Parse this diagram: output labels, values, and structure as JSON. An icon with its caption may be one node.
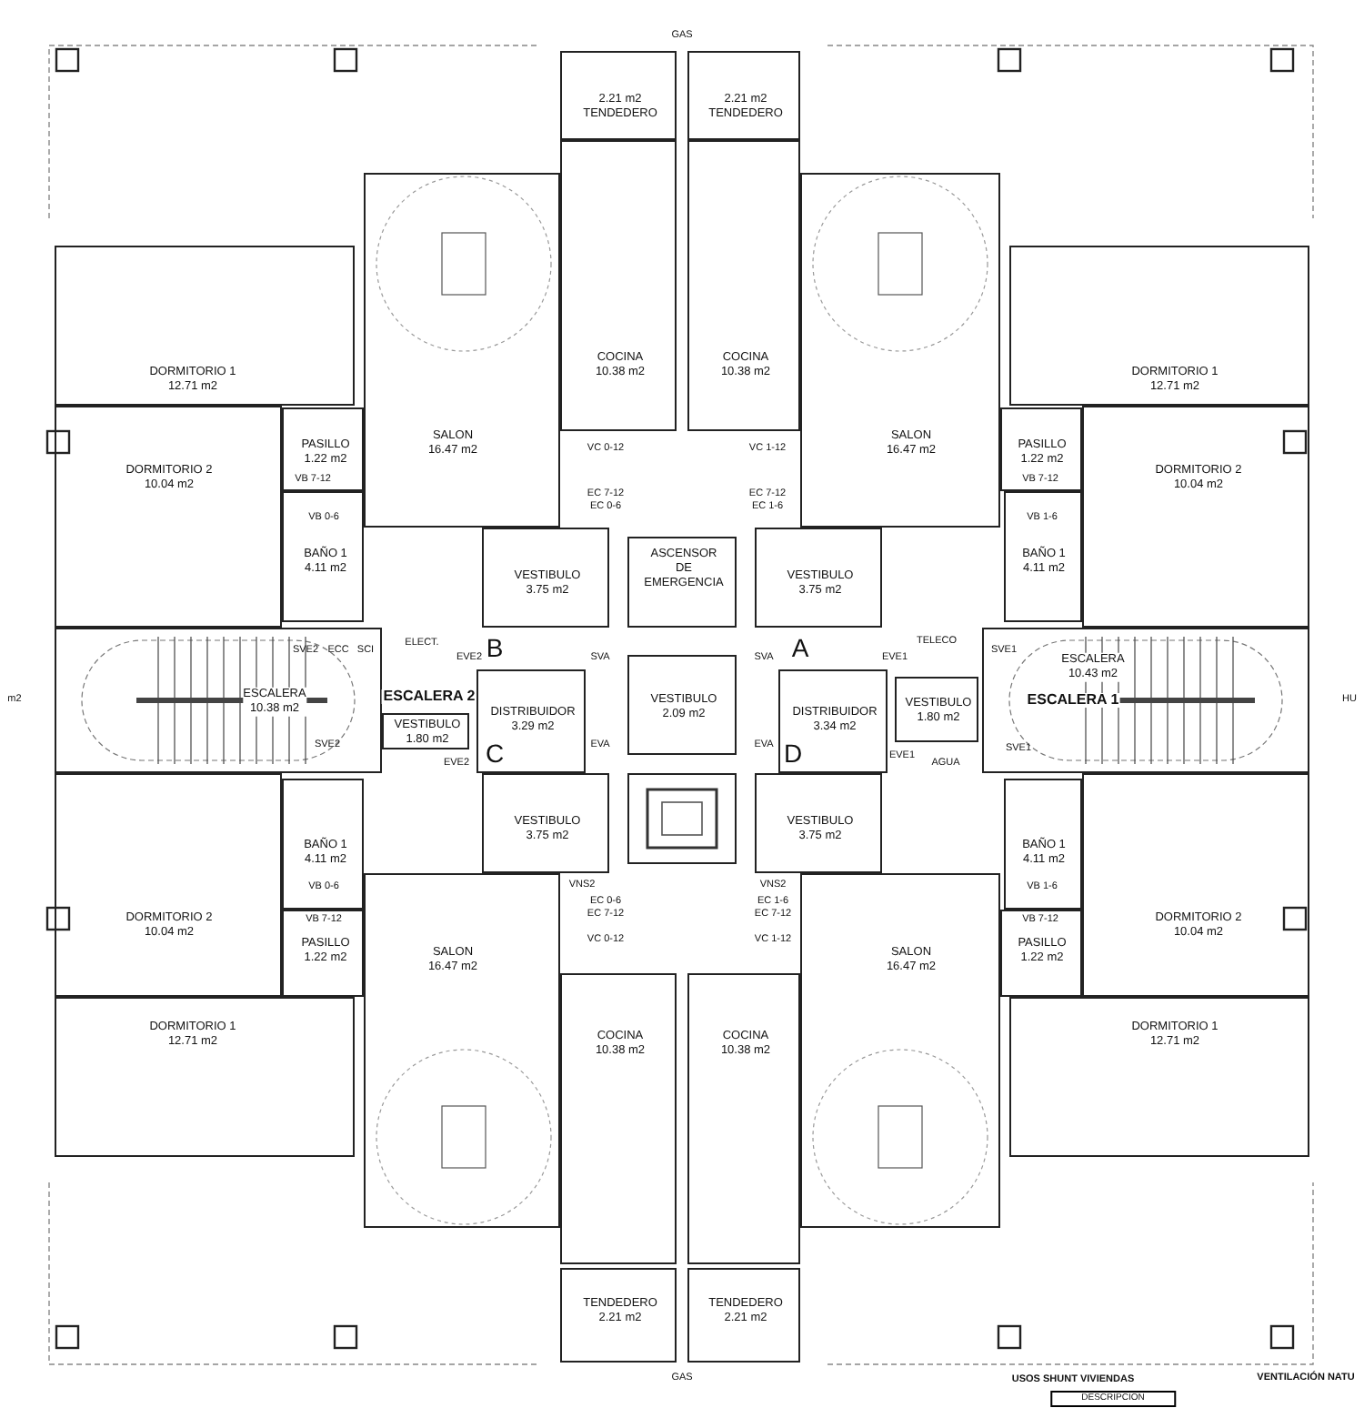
{
  "diagram": {
    "nodes": [
      {
        "text": [
          "2.21 m2",
          "TENDEDERO"
        ]
      },
      {
        "text": [
          "2.21 m2",
          "TENDEDERO"
        ]
      },
      {
        "text": [
          "COCINA",
          "10.38 m2"
        ]
      },
      {
        "text": [
          "COCINA",
          "10.38 m2"
        ]
      },
      {
        "text": [
          "SALON",
          "16.47 m2"
        ]
      },
      {
        "text": [
          "SALON",
          "16.47 m2"
        ]
      },
      {
        "text": [
          "DORMITORIO 1",
          "12.71 m2"
        ]
      },
      {
        "text": [
          "DORMITORIO 1",
          "12.71 m2"
        ]
      },
      {
        "text": [
          "PASILLO",
          "1.22 m2"
        ]
      },
      {
        "text": [
          "PASILLO",
          "1.22 m2"
        ]
      },
      {
        "text": [
          "DORMITORIO 2",
          "10.04 m2"
        ]
      },
      {
        "text": [
          "DORMITORIO 2",
          "10.04 m2"
        ]
      },
      {
        "text": [
          "BAÑO 1",
          "4.11 m2"
        ]
      },
      {
        "text": [
          "BAÑO 1",
          "4.11 m2"
        ]
      },
      {
        "text": [
          "VESTIBULO",
          "3.75 m2"
        ]
      },
      {
        "text": [
          "VESTIBULO",
          "3.75 m2"
        ]
      },
      {
        "text": [
          "ASCENSOR DE EMERGENCIA"
        ]
      },
      {
        "text": [
          "ESCALERA",
          "10.38 m2"
        ]
      },
      {
        "text": [
          "VESTIBULO",
          "1.80 m2"
        ]
      },
      {
        "text": [
          "DISTRIBUIDOR",
          "3.29 m2"
        ]
      },
      {
        "text": [
          "VESTIBULO",
          "2.09 m2"
        ]
      },
      {
        "text": [
          "DISTRIBUIDOR",
          "3.34 m2"
        ]
      },
      {
        "text": [
          "VESTIBULO",
          "1.80 m2"
        ]
      },
      {
        "text": [
          "ESCALERA",
          "10.43 m2"
        ]
      },
      {
        "text": [
          "VESTIBULO",
          "3.75 m2"
        ]
      },
      {
        "text": [
          "VESTIBULO",
          "3.75 m2"
        ]
      },
      {
        "text": [],
        "shape": "box"
      },
      {
        "text": [
          "BAÑO 1",
          "4.11 m2"
        ]
      },
      {
        "text": [
          "BAÑO 1",
          "4.11 m2"
        ]
      },
      {
        "text": [
          "DORMITORIO 2",
          "10.04 m2"
        ]
      },
      {
        "text": [
          "DORMITORIO 2",
          "10.04 m2"
        ]
      },
      {
        "text": [
          "PASILLO",
          "1.22 m2"
        ]
      },
      {
        "text": [
          "PASILLO",
          "1.22 m2"
        ]
      },
      {
        "text": [
          "SALON",
          "16.47 m2"
        ]
      },
      {
        "text": [
          "SALON",
          "16.47 m2"
        ]
      },
      {
        "text": [
          "COCINA",
          "10.38 m2"
        ]
      },
      {
        "text": [
          "COCINA",
          "10.38 m2"
        ]
      },
      {
        "text": [
          "DORMITORIO 1",
          "12.71 m2"
        ]
      },
      {
        "text": [
          "DORMITORIO 1",
          "12.71 m2"
        ]
      },
      {
        "text": [
          "TENDEDERO",
          "2.21 m2"
        ]
      },
      {
        "text": [
          "TENDEDERO",
          "2.21 m2"
        ]
      }
    ],
    "labels": [
      "GAS",
      "VC 0-12",
      "VC 1-12",
      "VB 7-12",
      "EC 7-12",
      "EC 7-12",
      "VB 7-12",
      "EC 0-6",
      "EC 1-6",
      "VB 0-6",
      "VB 1-6",
      "ELECT.",
      "TELECO",
      "B",
      "A",
      "SVE2",
      "ECC",
      "SCI",
      "SVE1",
      "EVE2",
      "SVA",
      "SVA",
      "EVE1",
      "m2",
      "ESCALERA 2",
      "ESCALERA 1",
      "HU",
      "SVE2",
      "EVA",
      "EVA",
      "EVE2",
      "C",
      "D",
      "EVE1",
      "AGUA",
      "SVE1",
      "VB 0-6",
      "VNS2",
      "VNS2",
      "VB 1-6",
      "EC 0-6",
      "EC 1-6",
      "EC 7-12",
      "EC 7-12",
      "VB 7-12",
      "VB 7-12",
      "VC 0-12",
      "VC 1-12",
      "GAS",
      "USOS SHUNT VIVIENDAS",
      "VENTILACIÓN NATU",
      "DESCRIPCION"
    ]
  }
}
